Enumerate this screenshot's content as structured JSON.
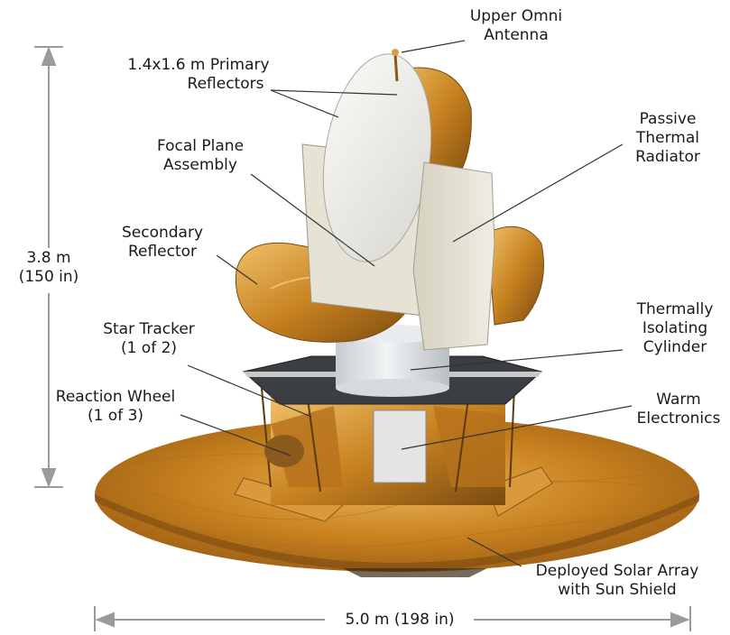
{
  "labels": {
    "upper_omni": [
      "Upper Omni",
      "Antenna"
    ],
    "primary": [
      "1.4x1.6 m  Primary",
      "Reflectors"
    ],
    "focal_plane": [
      "Focal Plane",
      "Assembly"
    ],
    "passive_radiator": [
      "Passive",
      "Thermal",
      "Radiator"
    ],
    "secondary": [
      "Secondary",
      "Reflector"
    ],
    "star_tracker": [
      "Star Tracker",
      "(1 of 2)"
    ],
    "thermally_isolating": [
      "Thermally",
      "Isolating",
      "Cylinder"
    ],
    "reaction_wheel": [
      "Reaction Wheel",
      "(1 of 3)"
    ],
    "warm_electronics": [
      "Warm",
      "Electronics"
    ],
    "solar_array": [
      "Deployed Solar Array",
      "with Sun Shield"
    ]
  },
  "dimensions": {
    "height": [
      "3.8 m",
      "(150 in)"
    ],
    "width": "5.0 m (198 in)"
  },
  "colors": {
    "gold_light": "#e3a64a",
    "gold_mid": "#c9821f",
    "gold_dark": "#7a4a10",
    "reflector": "#ecebe6",
    "radiator": "#e4e0d2",
    "cylinder": "#dde1e4",
    "panel_dark": "#3b3f44",
    "leader": "#333333",
    "dim_arrow": "#9a9a9a"
  }
}
